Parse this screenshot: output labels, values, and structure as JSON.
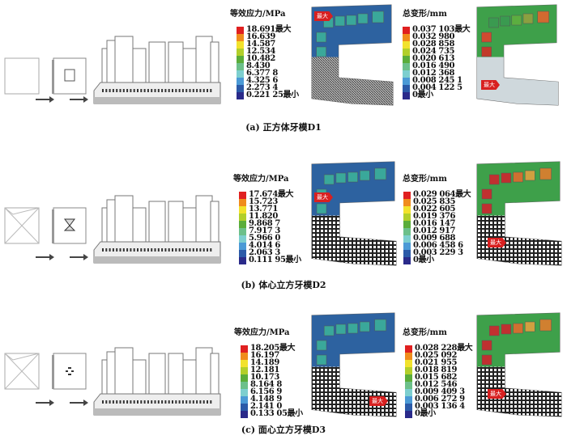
{
  "legend_colors": [
    "#e02020",
    "#f08c1c",
    "#f2e22c",
    "#b2cf2a",
    "#5aad3a",
    "#6cc08a",
    "#7dcfcf",
    "#4b9ad6",
    "#2b5aa8",
    "#2a2a8a"
  ],
  "max_tag": "最大",
  "rows": [
    {
      "caption": "(a) 正方体牙模D1",
      "stress": {
        "title": "等效应力/MPa",
        "values": [
          "18.691最大",
          "16.639",
          "14.587",
          "12.534",
          "10.482",
          "8.430",
          "6.377 8",
          "4.325 6",
          "2.273 4",
          "0.221 25最小"
        ]
      },
      "deformation": {
        "title": "总变形/mm",
        "values": [
          "0.037 103最大",
          "0.032 980",
          "0.028 858",
          "0.024 735",
          "0.020 613",
          "0.016 490",
          "0.012 368",
          "0.008 245 1",
          "0.004 122 5",
          "0最小"
        ]
      }
    },
    {
      "caption": "(b) 体心立方牙模D2",
      "stress": {
        "title": "等效应力/MPa",
        "values": [
          "17.674最大",
          "15.723",
          "13.771",
          "11.820",
          "9.868 7",
          "7.917 3",
          "5.966 0",
          "4.014 6",
          "2.063 3",
          "0.111 95最小"
        ]
      },
      "deformation": {
        "title": "总变形/mm",
        "values": [
          "0.029 064最大",
          "0.025 835",
          "0.022 605",
          "0.019 376",
          "0.016 147",
          "0.012 917",
          "0.009 688",
          "0.006 458 6",
          "0.003 229 3",
          "0最小"
        ]
      }
    },
    {
      "caption": "(c) 面心立方牙模D3",
      "stress": {
        "title": "等效应力/MPa",
        "values": [
          "18.205最大",
          "16.197",
          "14.189",
          "12.181",
          "10.173",
          "8.164 8",
          "6.156 9",
          "4.148 9",
          "2.141 0",
          "0.133 05最小"
        ]
      },
      "deformation": {
        "title": "总变形/mm",
        "values": [
          "0.028 228最大",
          "0.025 092",
          "0.021 955",
          "0.018 819",
          "0.015 682",
          "0.012 546",
          "0.009 409 3",
          "0.006 272 9",
          "0.003 136 4",
          "0最小"
        ]
      }
    }
  ]
}
